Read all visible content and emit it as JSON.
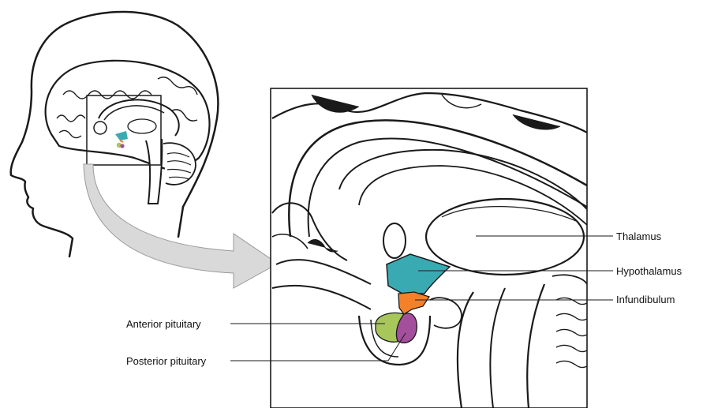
{
  "labels": {
    "thalamus": "Thalamus",
    "hypothalamus": "Hypothalamus",
    "infundibulum": "Infundibulum",
    "anterior_pituitary": "Anterior pituitary",
    "posterior_pituitary": "Posterior pituitary"
  },
  "colors": {
    "hypothalamus": "#3aaab2",
    "infundibulum": "#f3812a",
    "anterior_pituitary": "#a7c75b",
    "posterior_pituitary": "#a34f9b",
    "arrow": "#d9d9d9",
    "outline": "#1a1a1a"
  }
}
